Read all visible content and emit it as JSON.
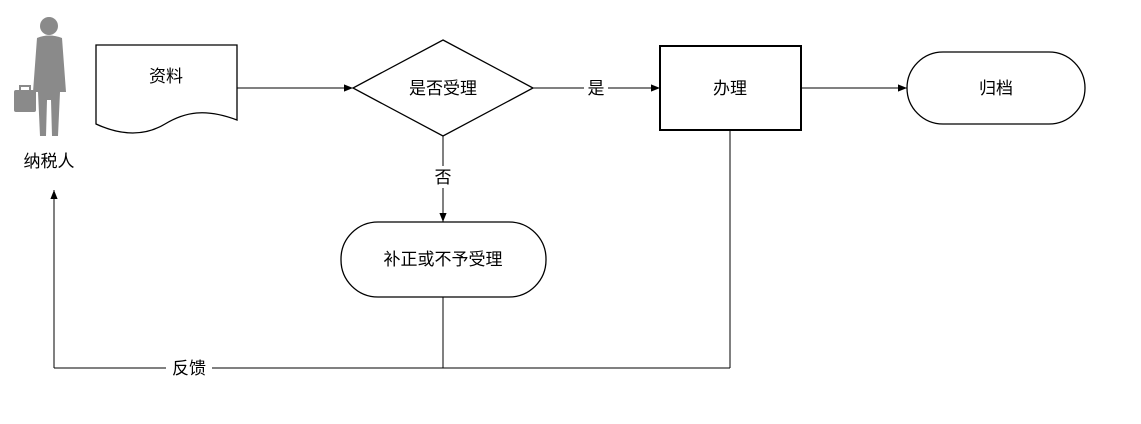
{
  "actor": {
    "label": "纳税人",
    "icon": "person-with-briefcase-icon"
  },
  "nodes": {
    "materials": "资料",
    "decision": "是否受理",
    "process": "办理",
    "archive": "归档",
    "reject": "补正或不予受理"
  },
  "edges": {
    "yes": "是",
    "no": "否",
    "feedback": "反馈"
  }
}
